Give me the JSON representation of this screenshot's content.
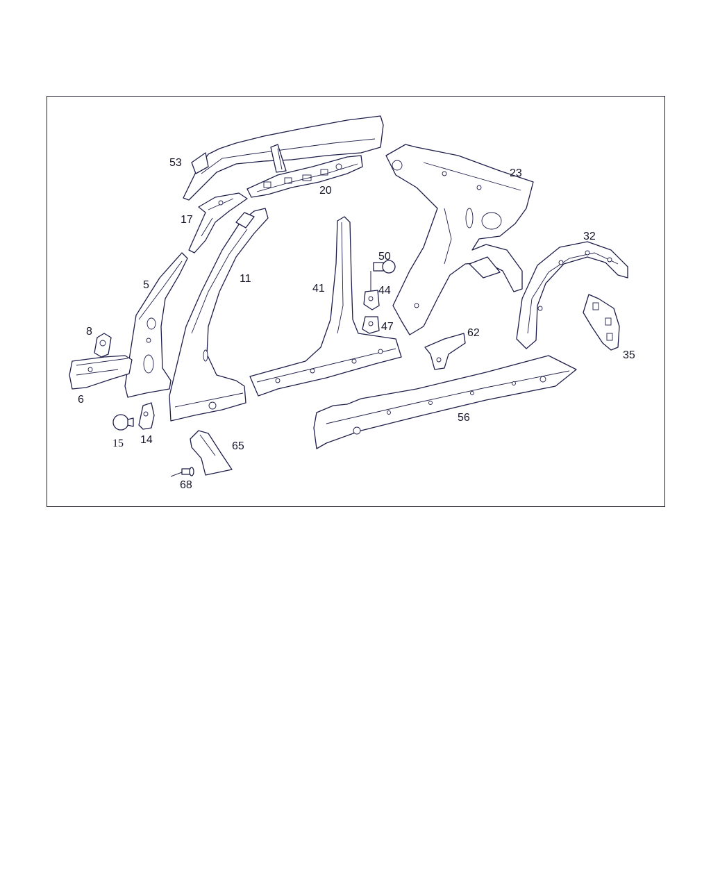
{
  "colors": {
    "line": "#1d1d4a",
    "frame": "#1a1a2e",
    "background": "#ffffff"
  },
  "callouts": {
    "p53": "53",
    "p20": "20",
    "p17": "17",
    "p11": "11",
    "p5": "5",
    "p8": "8",
    "p6": "6",
    "p15": "15",
    "p14": "14",
    "p41": "41",
    "p50": "50",
    "p44": "44",
    "p47": "47",
    "p23": "23",
    "p32": "32",
    "p35": "35",
    "p62": "62",
    "p56": "56",
    "p65": "65",
    "p68": "68"
  }
}
